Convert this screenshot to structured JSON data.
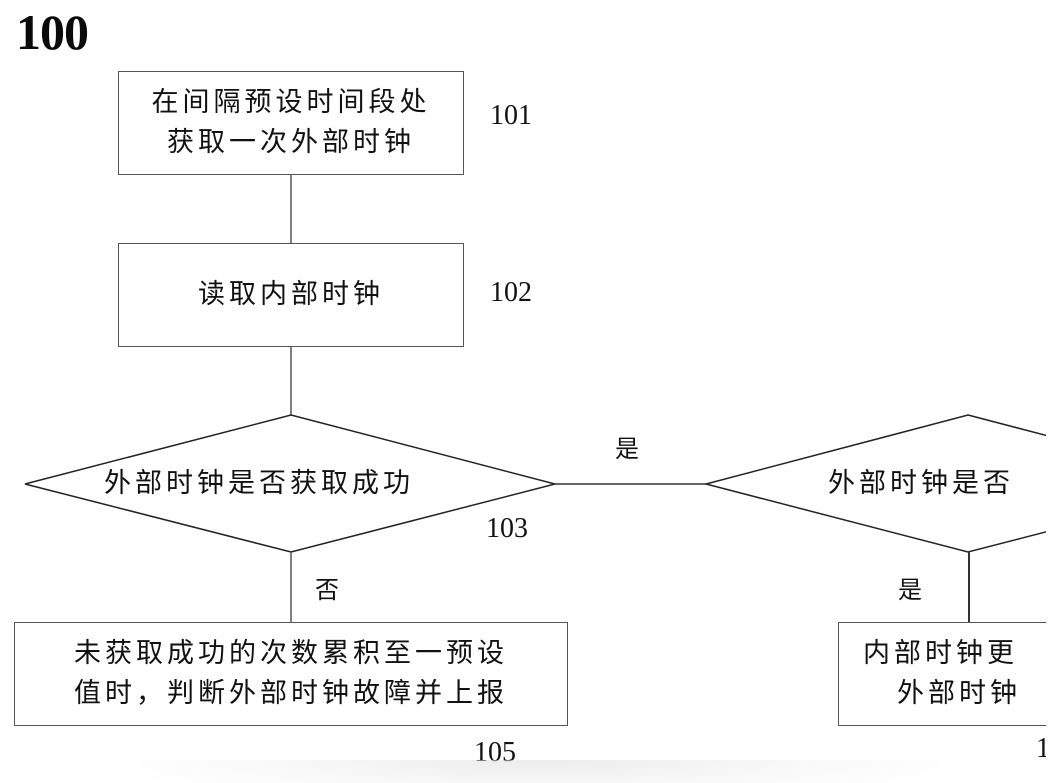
{
  "figure": {
    "number": "100"
  },
  "nodes": {
    "step_101": {
      "ref": "101",
      "lines": [
        "在间隔预设时间段处",
        "获取一次外部时钟"
      ]
    },
    "step_102": {
      "ref": "102",
      "lines": [
        "读取内部时钟"
      ]
    },
    "decision_103": {
      "ref": "103",
      "label": "外部时钟是否获取成功"
    },
    "decision_104": {
      "label": "外部时钟是否"
    },
    "step_105": {
      "ref": "105",
      "lines": [
        "未获取成功的次数累积至一预设",
        "值时，判断外部时钟故障并上报"
      ]
    },
    "step_106": {
      "ref": "1",
      "lines": [
        "内部时钟更",
        "外部时钟"
      ]
    }
  },
  "edges": {
    "decision_103_yes": "是",
    "decision_103_no": "否",
    "decision_104_yes": "是"
  }
}
